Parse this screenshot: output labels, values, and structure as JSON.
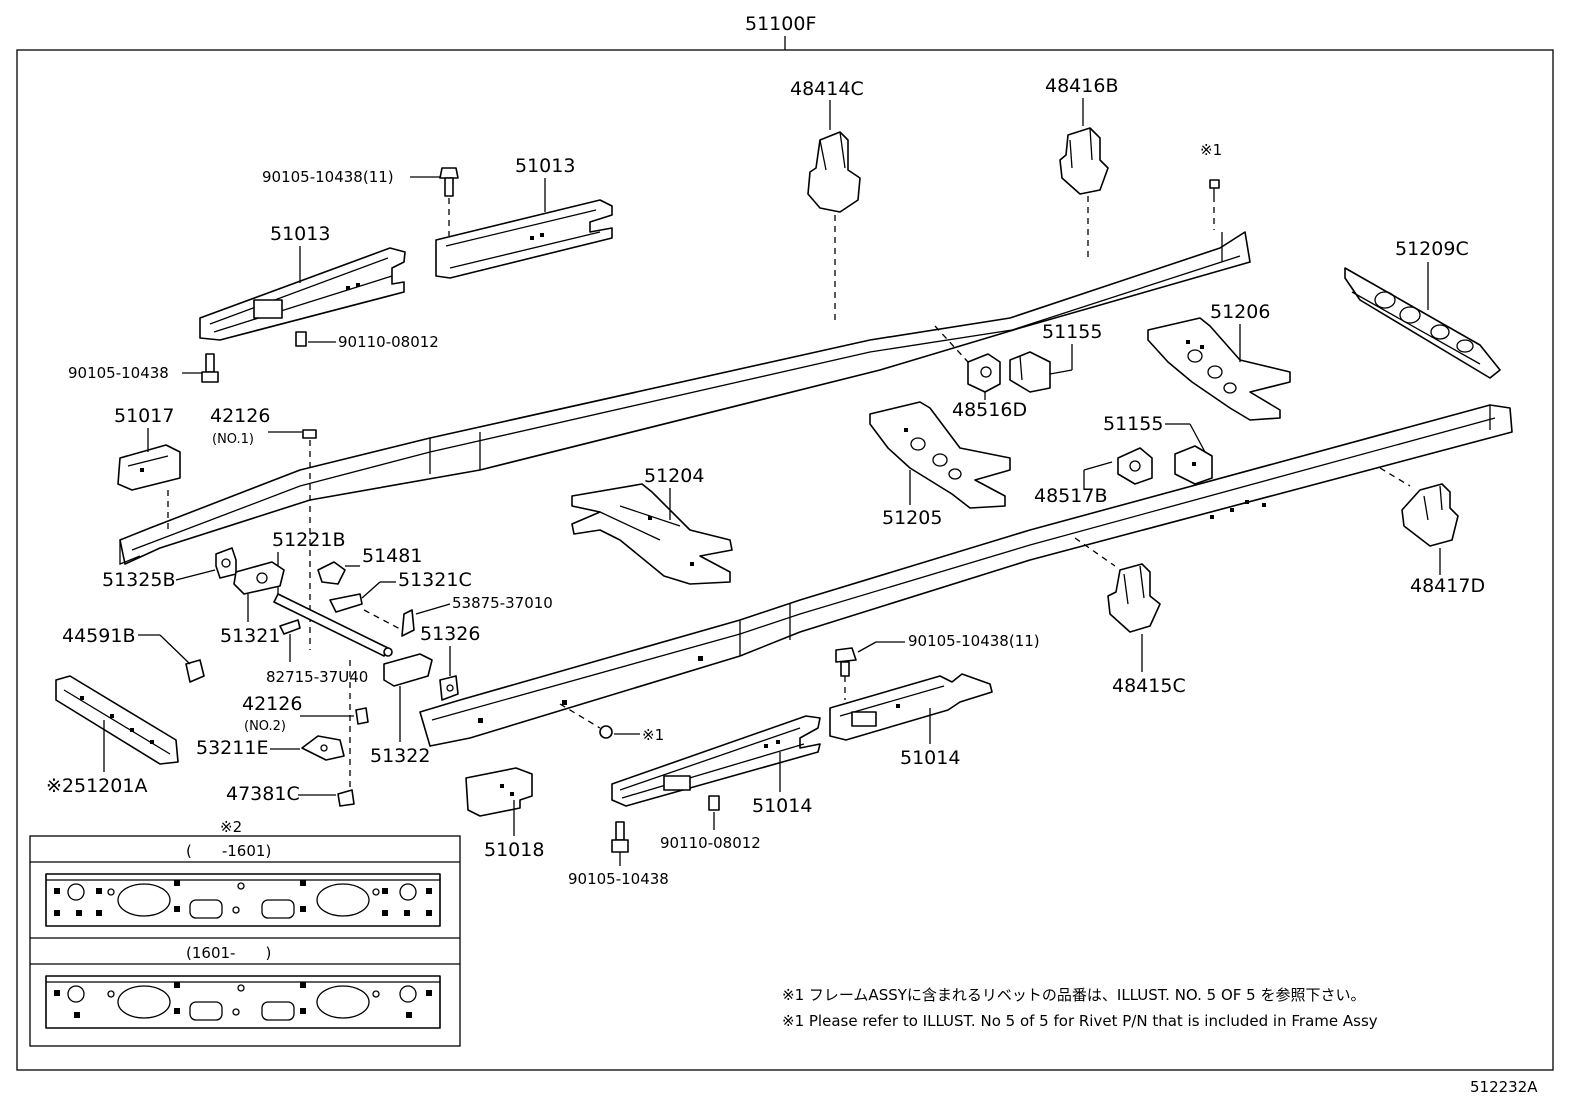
{
  "assembly": {
    "main_label": "51100F",
    "figure_code": "512232A"
  },
  "labels": {
    "p48414C": "48414C",
    "p48416B": "48416B",
    "rivet_top": "※1",
    "p90105_10438_11_top": "90105-10438(11)",
    "p51013_top": "51013",
    "p51013_left": "51013",
    "p90110_08012_top": "90110-08012",
    "p90105_10438_left": "90105-10438",
    "p51209C": "51209C",
    "p51206": "51206",
    "p51155_top": "51155",
    "p48516D": "48516D",
    "p51017": "51017",
    "p42126_no1": "42126",
    "no1": "(NO.1)",
    "p51155_mid": "51155",
    "p48517B": "48517B",
    "p51205": "51205",
    "p51204": "51204",
    "p51221B": "51221B",
    "p51481": "51481",
    "p51325B": "51325B",
    "p51321C": "51321C",
    "p53875_37010": "53875-37010",
    "p48417D": "48417D",
    "p51321": "51321",
    "p51326": "51326",
    "p44591B": "44591B",
    "p82715_37U40": "82715-37U40",
    "p90105_10438_11_mid": "90105-10438(11)",
    "p48415C": "48415C",
    "p42126_no2": "42126",
    "no2": "(NO.2)",
    "rivet_mid": "※1",
    "p53211E": "53211E",
    "p51322": "51322",
    "p51014_right": "51014",
    "p51201A": "※251201A",
    "p47381C": "47381C",
    "p51018": "51018",
    "p51014_mid": "51014",
    "p90110_08012_bottom": "90110-08012",
    "p90105_10438_bottom": "90105-10438"
  },
  "inset": {
    "mark": "※2",
    "range_1": "(　　-1601)",
    "range_2": "(1601-　　)"
  },
  "notes": {
    "jp": "※1 フレームASSYに含まれるリベットの品番は、ILLUST. NO. 5  OF  5  を参照下さい。",
    "en": "※1 Please refer to ILLUST. No 5 of 5 for Rivet P/N that is included in Frame Assy"
  }
}
